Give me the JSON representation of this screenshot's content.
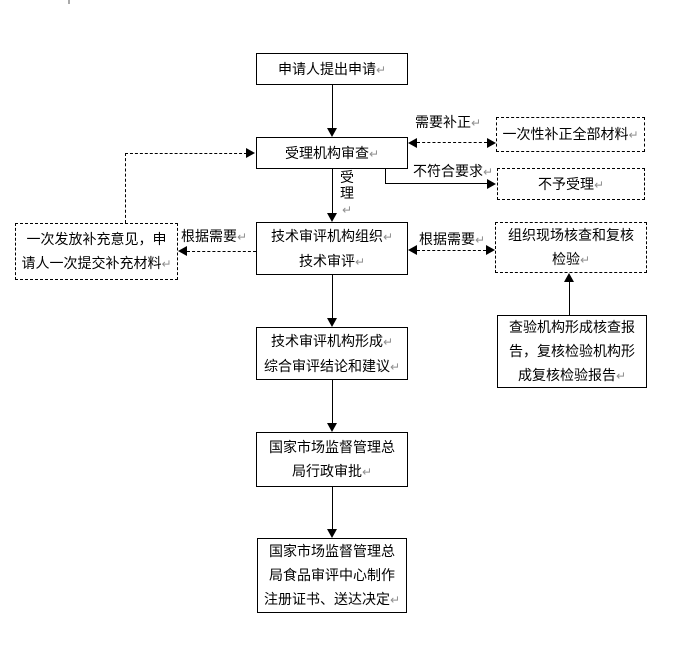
{
  "meta": {
    "return_mark": "↵",
    "background_color": "#ffffff",
    "line_color": "#000000",
    "mark_color": "#8f8f8f"
  },
  "flow": {
    "box_apply": {
      "lines": [
        "申请人提出申请"
      ]
    },
    "box_accept": {
      "lines": [
        "受理机构审查"
      ]
    },
    "box_tech": {
      "lines": [
        "技术审评机构组织",
        "技术审评"
      ]
    },
    "box_conclusion": {
      "lines": [
        "技术审评机构形成",
        "综合审评结论和建议"
      ]
    },
    "box_approve": {
      "lines": [
        "国家市场监督管理总",
        "局行政审批"
      ]
    },
    "box_cert": {
      "lines": [
        "国家市场监督管理总",
        "局食品审评中心制作",
        "注册证书、送达决定"
      ]
    },
    "box_correct": {
      "lines": [
        "一次性补正全部材料"
      ]
    },
    "box_reject": {
      "lines": [
        "不予受理"
      ]
    },
    "box_onsite": {
      "lines": [
        "组织现场核查和复核",
        "检验"
      ]
    },
    "box_report": {
      "lines": [
        "查验机构形成核查报",
        "告，复核检验机构形",
        "成复核检验报告"
      ]
    },
    "box_supplement": {
      "lines": [
        "一次发放补充意见，申",
        "请人一次提交补充材料"
      ]
    },
    "labels": {
      "need_correction": "需要补正",
      "not_meet": "不符合要求",
      "accepted": "受理",
      "as_needed_left": "根据需要",
      "as_needed_right": "根据需要"
    }
  }
}
